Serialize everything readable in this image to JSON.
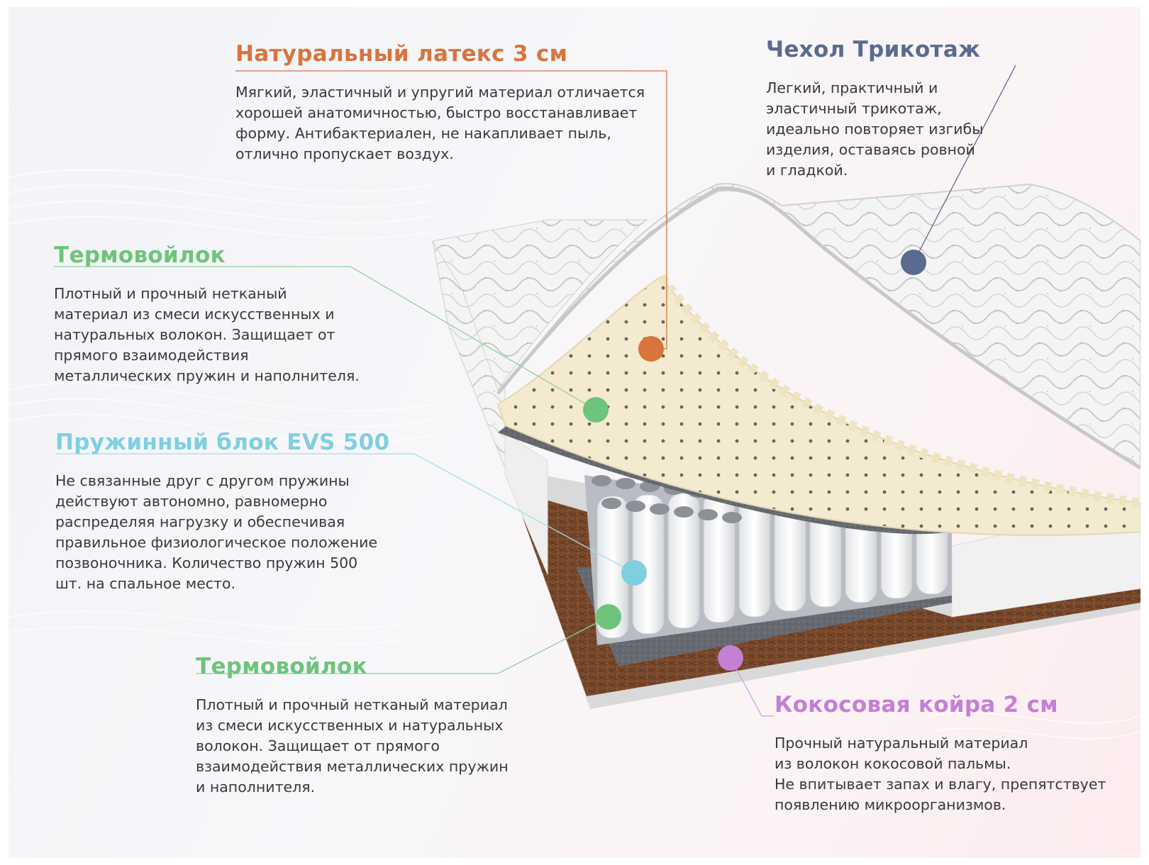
{
  "colors": {
    "latex": "#d8743c",
    "cover": "#5a6b90",
    "felt": "#6ec47a",
    "spring": "#7fcfe0",
    "coco": "#c47fd6"
  },
  "callouts": {
    "latex": {
      "title": "Натуральный латекс 3 см",
      "text": "Мягкий, эластичный и упругий материал отличается\nхорошей анатомичностью, быстро восстанавливает\nформу. Антибактериален, не накапливает пыль,\nотлично пропускает воздух."
    },
    "cover": {
      "title": "Чехол Трикотаж",
      "text": "Легкий, практичный и\nэластичный трикотаж,\nидеально повторяет изгибы\nизделия, оставаясь ровной\nи гладкой."
    },
    "felt_top": {
      "title": "Термовойлок",
      "text": "Плотный и прочный нетканый\nматериал из смеси искусственных и\nнатуральных волокон. Защищает от\nпрямого взаимодействия\nметаллических пружин и наполнителя."
    },
    "spring": {
      "title": "Пружинный блок EVS 500",
      "text": "Не связанные друг с другом пружины\nдействуют автономно, равномерно\nраспределяя нагрузку и обеспечивая\nправильное физиологическое положение\nпозвоночника. Количество пружин 500\nшт. на спальное место."
    },
    "felt_bottom": {
      "title": "Термовойлок",
      "text": "Плотный и прочный нетканый материал\nиз смеси искусственных и натуральных\nволокон. Защищает от прямого\nвзаимодействия металлических пружин\nи наполнителя."
    },
    "coco": {
      "title": "Кокосовая койра 2 см",
      "text": "Прочный натуральный материал\nиз волокон кокосовой пальмы.\nНе впитывает запах и влагу, препятствует\nпоявлению микроорганизмов."
    }
  }
}
